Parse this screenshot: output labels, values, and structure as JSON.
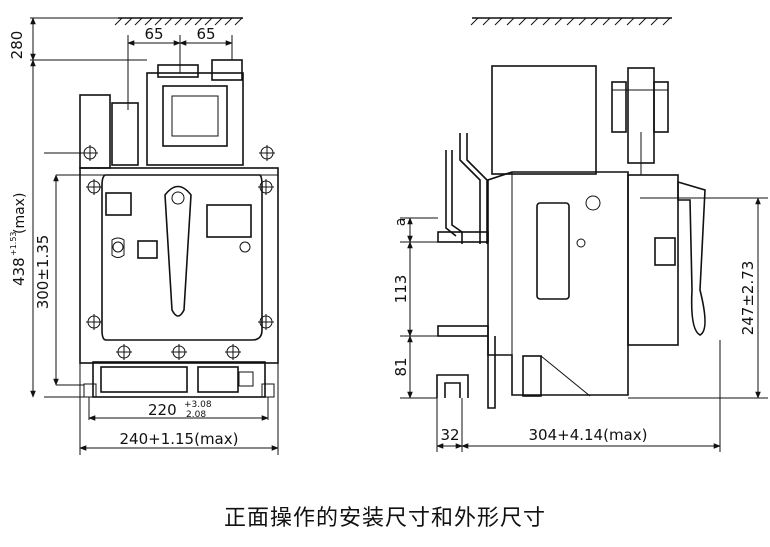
{
  "front_view": {
    "dim_top_left": "65",
    "dim_top_right": "65",
    "dim_top_gap": "280",
    "dim_height_total": "438",
    "dim_height_total_tol": "+1.53",
    "dim_height_total_suffix": "(max)",
    "dim_height_mount": "300±1.35",
    "dim_width_mount": "220",
    "dim_width_mount_tol_upper": "+3.08",
    "dim_width_mount_tol_lower": "2.08",
    "dim_width_total": "240+1.15(max)"
  },
  "side_view": {
    "dim_a": "a",
    "dim_113": "113",
    "dim_81": "81",
    "dim_height_right": "247±2.73",
    "dim_32": "32",
    "dim_depth": "304+4.14(max)"
  },
  "caption": "正面操作的安装尺寸和外形尺寸"
}
